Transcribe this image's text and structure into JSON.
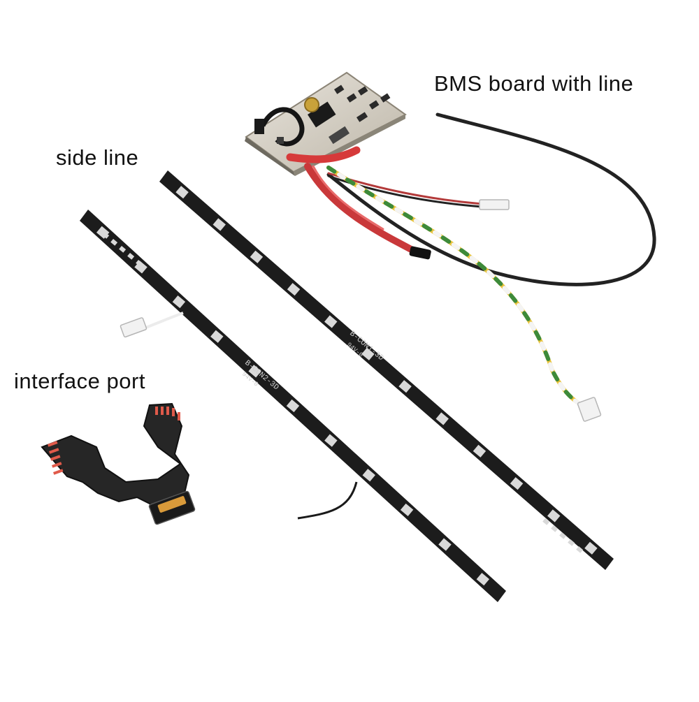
{
  "labels": {
    "bms": "BMS board with line",
    "side": "side line",
    "interface": "interface port"
  },
  "strip_markings": {
    "right": "B-CON1-3D",
    "right_sub": "94V-0",
    "left": "B-CON2-3D",
    "left_sub": "94V-0"
  },
  "colors": {
    "pcb": "#1c1c1c",
    "pad": "#d9d9d9",
    "cable_black": "#222222",
    "cable_red": "#d63a3a",
    "wire_yellow": "#e8c33a",
    "wire_green": "#3d8a3a",
    "flex_pin": "#e05a4a",
    "connector_gold": "#d99a3a"
  }
}
